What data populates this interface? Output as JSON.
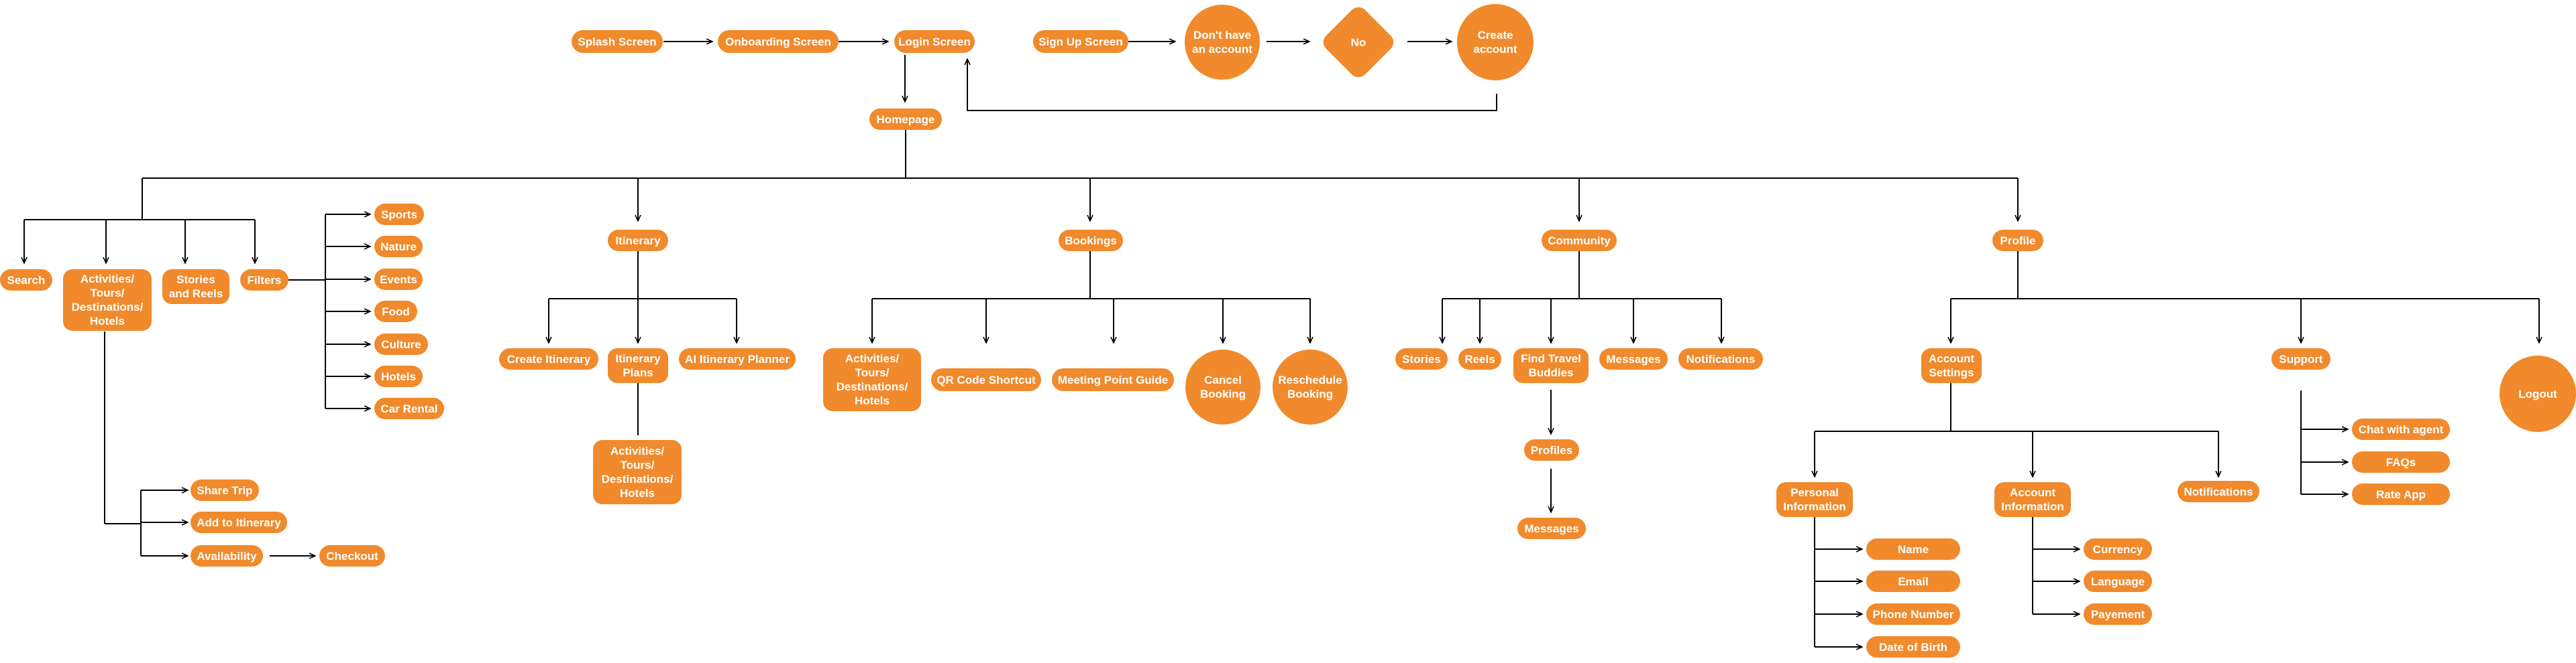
{
  "theme": {
    "node_color": "#f08a2c",
    "line_color": "#000000"
  },
  "nodes": {
    "splash": "Splash Screen",
    "onboarding": "Onboarding Screen",
    "login": "Login Screen",
    "signup": "Sign Up Screen",
    "no_account": "Don't have\nan account",
    "no": "No",
    "create_account": "Create\naccount",
    "homepage": "Homepage",
    "search": "Search",
    "activities": "Activities/\nTours/\nDestinations/\nHotels",
    "stories_reels": "Stories\nand Reels",
    "filters": "Filters",
    "sports": "Sports",
    "nature": "Nature",
    "events": "Events",
    "food": "Food",
    "culture": "Culture",
    "hotels": "Hotels",
    "car_rental": "Car Rental",
    "share_trip": "Share Trip",
    "add_itinerary": "Add to  Itinerary",
    "availability": "Availability",
    "checkout": "Checkout",
    "itinerary": "Itinerary",
    "create_itinerary": "Create Itinerary",
    "itinerary_plans": "Itinerary\nPlans",
    "ai_planner": "AI Itinerary Planner",
    "plans_activities": "Activities/\nTours/\nDestinations/\nHotels",
    "bookings": "Bookings",
    "bookings_activities": "Activities/\nTours/\nDestinations/\nHotels",
    "qr_code": "QR Code Shortcut",
    "meeting_point": "Meeting Point Guide",
    "cancel_booking": "Cancel\nBooking",
    "reschedule_booking": "Reschedule\nBooking",
    "community": "Community",
    "stories": "Stories",
    "reels": "Reels",
    "find_buddies": "Find Travel\nBuddies",
    "messages": "Messages",
    "notifications": "Notifications",
    "profiles": "Profiles",
    "profiles_messages": "Messages",
    "profile": "Profile",
    "account_settings": "Account\nSettings",
    "support": "Support",
    "logout": "Logout",
    "personal_info": "Personal\nInformation",
    "account_info": "Account\nInformation",
    "settings_notifications": "Notifications",
    "name": "Name",
    "email": "Email",
    "phone": "Phone Number",
    "dob": "Date of Birth",
    "currency": "Currency",
    "language": "Language",
    "payement": "Payement",
    "chat_agent": "Chat with agent",
    "faqs": "FAQs",
    "rate_app": "Rate App"
  }
}
